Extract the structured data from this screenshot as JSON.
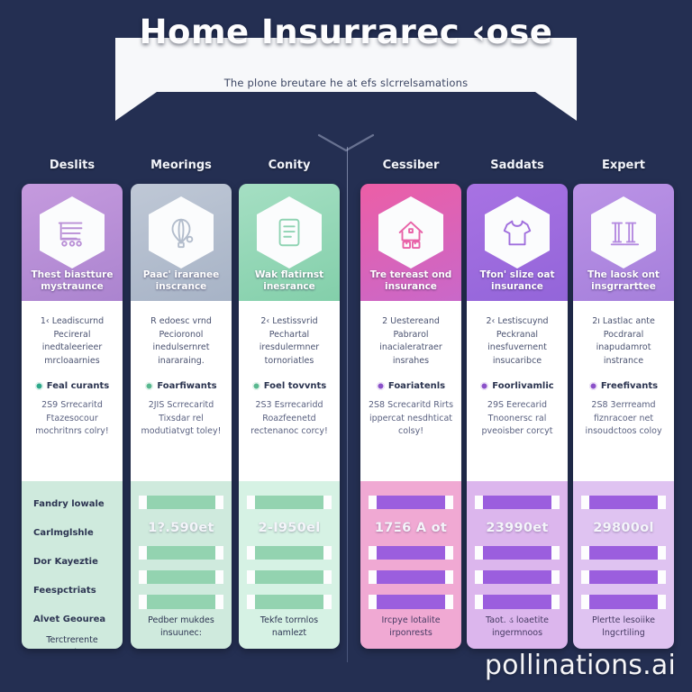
{
  "banner": {
    "title": "Home Insurrarec ‹ose",
    "subtitle": "The plone breutare he at efs slcrrelsamations",
    "chevron_icon": "chevron-down-icon"
  },
  "theme": {
    "background": "#242f52",
    "banner_bg": "#f7f8fa",
    "card_body_bg": "#ffffff",
    "divider": "#b9c3e0"
  },
  "columns": [
    {
      "title": "Deslits",
      "icon": "shopping-cart-icon",
      "accent": "#b98fd6",
      "accent_soft": "#cdeedd",
      "head_gradient_a": "#c59ade",
      "head_gradient_b": "#ab84cf",
      "bar_color": "#93d3b0",
      "foot_bg": "#cfeadd",
      "dot_color": "#2fa98a",
      "head_label": "Thest biastture mystraunce",
      "desc": "1‹ Leadiscurnd Pecireral inedtaleerieer mrcloaarnies",
      "feature_label": "Feal curants",
      "sub_desc": "2S9 Srrecaritd Ftazesocour mochritnrs colry!",
      "price": "",
      "row_labels": [
        "Fandry lowale",
        "Carlmglshle",
        "Dor Kayeztie",
        "Feespctriats",
        "Alvet Geourea"
      ],
      "foot_note": "Terctrerente tnayaloes.",
      "bars": 0
    },
    {
      "title": "Meorings",
      "icon": "hot-air-balloon-icon",
      "accent": "#b3bdcc",
      "accent_soft": "#cdeedd",
      "head_gradient_a": "#bfc8d6",
      "head_gradient_b": "#a7b3c6",
      "bar_color": "#93d3b0",
      "foot_bg": "#cfeadd",
      "dot_color": "#59b88f",
      "head_label": "Paac' iraranee inscrance",
      "desc": "R edoesc vrnd Pecioronol inedulsernret inararaing.",
      "feature_label": "Foarfiwants",
      "sub_desc": "2JIS Scrrecaritd Tixsdar rel modutiatvgt toley!",
      "price": "1?.590et",
      "row_labels": [],
      "foot_note": "Pedber mukdes insuunec:",
      "bars": 4
    },
    {
      "title": "Conity",
      "icon": "document-icon",
      "accent": "#8fd3b3",
      "accent_soft": "#d6f2e4",
      "head_gradient_a": "#a5dfc3",
      "head_gradient_b": "#83cfaa",
      "bar_color": "#93d3b0",
      "foot_bg": "#d6f2e4",
      "dot_color": "#59b88f",
      "head_label": "Wak flatirnst inesrance",
      "desc": "2‹ Lestissvrid Pechartal iresdulermner tornoriatles",
      "feature_label": "Foel tovvnts",
      "sub_desc": "2S3 Esrrecaridd Roazfeenetd rectenanoc corcy!",
      "price": "2-I950el",
      "row_labels": [],
      "foot_note": "Tekfe torrnlos namlezt",
      "bars": 4
    },
    {
      "title": "Cessiber",
      "icon": "home-icon",
      "accent": "#e863a8",
      "accent_soft": "#f3a8d0",
      "head_gradient_a": "#ec5ea6",
      "head_gradient_b": "#c968c9",
      "bar_color": "#9b5ede",
      "foot_bg": "#f0a9d3",
      "dot_color": "#8b51c9",
      "head_label": "Tre tereast ond insurance",
      "desc": "2 Uestereand Pabrarol inacialeratraer insrahes",
      "feature_label": "Foariatenls",
      "sub_desc": "2S8 Screcaritd Rirts ippercat nesdhticat colsy!",
      "price": "17Ξ6 A ot",
      "row_labels": [],
      "foot_note": "Ircpye lotalite irponrests",
      "bars": 4
    },
    {
      "title": "Saddats",
      "icon": "tshirt-icon",
      "accent": "#a06fdd",
      "accent_soft": "#d9b8ee",
      "head_gradient_a": "#a872e3",
      "head_gradient_b": "#9365d9",
      "bar_color": "#9b5ede",
      "foot_bg": "#dcb6ed",
      "dot_color": "#8b51c9",
      "head_label": "Tfon' slize oat insurance",
      "desc": "2‹ Lestiscuynd Peckranal inesfuvernent insucaribce",
      "feature_label": "Foorlivamlic",
      "sub_desc": "29S Eerecarid Tnoonersc ral pveoisber corcyt",
      "price": "23990et",
      "row_labels": [],
      "foot_note": "Taot. ડ loaetite ingermnoos",
      "bars": 4
    },
    {
      "title": "Expert",
      "icon": "pillars-icon",
      "accent": "#b48ae0",
      "accent_soft": "#ddc0f0",
      "head_gradient_a": "#bb93e6",
      "head_gradient_b": "#a57fdb",
      "bar_color": "#9b5ede",
      "foot_bg": "#dfc3f1",
      "dot_color": "#8b51c9",
      "head_label": "The laosk ont insgrrarttee",
      "desc": "2ı Lastlac ante Pocdraral inapudamrot instrance",
      "feature_label": "Freefivants",
      "sub_desc": "2S8 3errreamd fiznracoer net insoudctoos coloy",
      "price": "29800ol",
      "row_labels": [],
      "foot_note": "Plertte lesoiike lngcrtiling",
      "bars": 4
    }
  ],
  "watermark": "pollinations.ai"
}
